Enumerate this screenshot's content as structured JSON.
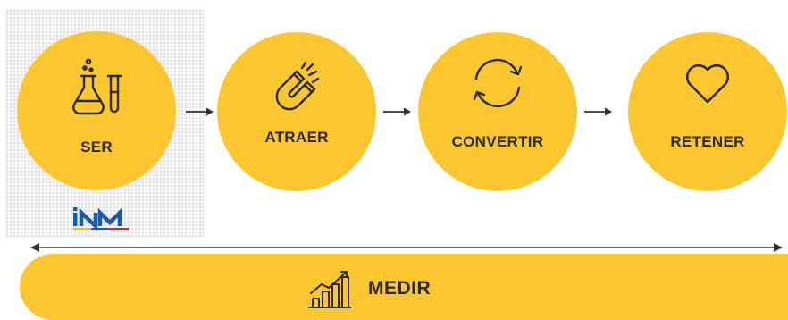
{
  "stages": [
    {
      "label": "SER",
      "icon": "flask-test-tube-icon"
    },
    {
      "label": "ATRAER",
      "icon": "magnet-icon"
    },
    {
      "label": "CONVERTIR",
      "icon": "refresh-cycle-icon"
    },
    {
      "label": "RETENER",
      "icon": "heart-icon"
    }
  ],
  "logo": {
    "text": "INM",
    "icon": "inm-logo"
  },
  "measure": {
    "label": "MEDIR",
    "icon": "growth-chart-icon"
  },
  "colors": {
    "stage_fill": "#fbc630",
    "text": "#2a2a2a",
    "line": "#333333",
    "logo_blue": "#1f5aa6"
  }
}
